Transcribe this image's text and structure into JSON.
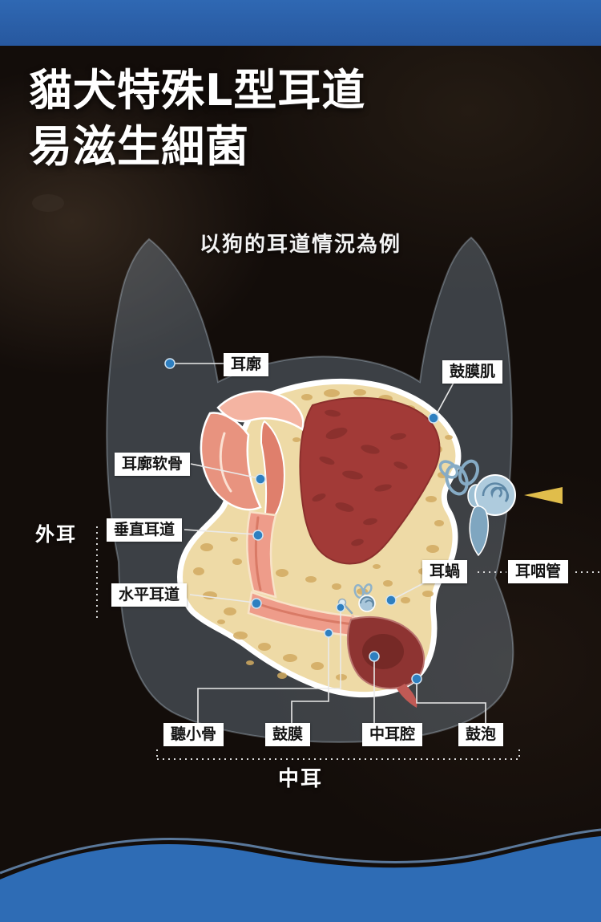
{
  "title": {
    "line1": "貓犬特殊L型耳道",
    "line2": "易滋生細菌"
  },
  "subtitle": "以狗的耳道情況為例",
  "labels": {
    "pinna": "耳廓",
    "tympanic_membrane_muscle": "鼓膜肌",
    "pinna_cartilage": "耳廓软骨",
    "outer_ear": "外耳",
    "vertical_ear_canal": "垂直耳道",
    "horizontal_ear_canal": "水平耳道",
    "cochlea": "耳蝸",
    "eustachian_tube": "耳咽管",
    "ossicles": "聽小骨",
    "eardrum": "鼓膜",
    "middle_ear_cavity": "中耳腔",
    "tympanic_bulla": "鼓泡",
    "middle_ear": "中耳"
  },
  "colors": {
    "top_bar": "#2d64ae",
    "background": "#130d0a",
    "bone": "#eedaa6",
    "bone_texture": "#d2ab61",
    "muscle": "#a23a37",
    "canal_pink": "#ee9c8a",
    "pinna_pink": "#e8937f",
    "cavity_red": "#8e3432",
    "cochlea_blue": "#aecbdd",
    "marker_dot": "#2e7fc0",
    "pointer_yellow": "#e0bd4b",
    "wave": "#2e6cb5",
    "silhouette": "rgba(168,196,224,0.30)"
  }
}
